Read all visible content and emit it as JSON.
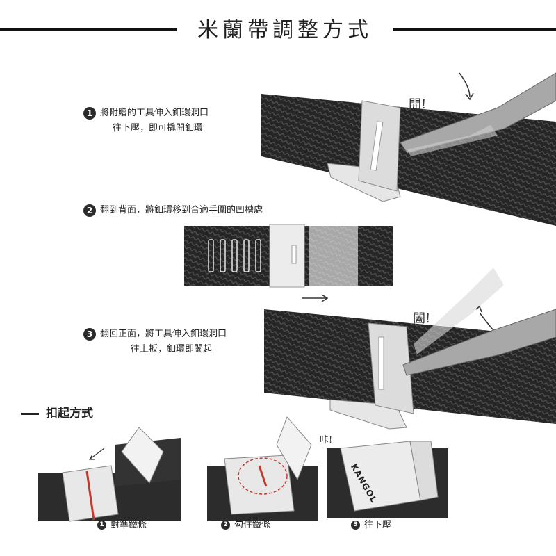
{
  "header": {
    "title": "米蘭帶調整方式"
  },
  "steps": [
    {
      "num": "1",
      "line1": "將附贈的工具伸入釦環洞口",
      "line2": "往下壓，即可撬開釦環"
    },
    {
      "num": "2",
      "line1": "翻到背面，將釦環移到合適手圍的凹槽處"
    },
    {
      "num": "3",
      "line1": "翻回正面，將工具伸入釦環洞口",
      "line2": "往上扳，釦環即闔起"
    }
  ],
  "exclaims": {
    "open": "開!",
    "close": "闔!",
    "click": "咔!"
  },
  "buckle_section": {
    "title": "扣起方式",
    "captions": [
      {
        "num": "1",
        "label": "對準鐵條"
      },
      {
        "num": "2",
        "label": "勾住鐵條"
      },
      {
        "num": "3",
        "label": "往下壓"
      }
    ]
  },
  "brand_label": "KANGOL",
  "colors": {
    "mesh": "#2a2a2a",
    "metal": "#e2e2e2",
    "tool": "#a8a8a8",
    "red": "#c0392b"
  }
}
